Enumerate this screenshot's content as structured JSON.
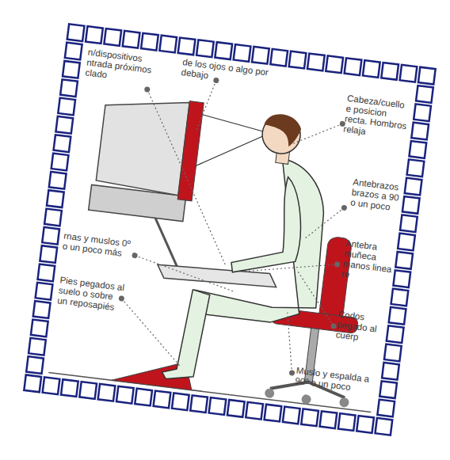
{
  "diagram": {
    "labels": [
      "n/dispositivos ntrada próximos clado",
      "de los ojos o algo por debajo",
      "Cabeza/cuello e posicion recta. Hombros relaja",
      "Antebrazos brazos a 90 o un poco",
      "Antebra muñeca manos linea re",
      "rnas y muslos 0º o un poco más",
      "Pies pegados al suelo o sobre un reposapiés",
      "Codos pegado al cuerp",
      "Muslo y espalda a 90º o un poco"
    ]
  }
}
